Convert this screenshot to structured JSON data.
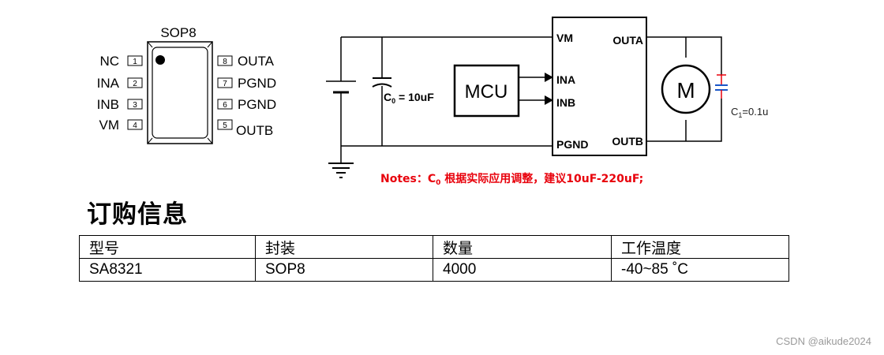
{
  "pinout": {
    "package": "SOP8",
    "left_pins": [
      {
        "name": "NC",
        "num": "1"
      },
      {
        "name": "INA",
        "num": "2"
      },
      {
        "name": "INB",
        "num": "3"
      },
      {
        "name": "VM",
        "num": "4"
      }
    ],
    "right_pins": [
      {
        "num": "8",
        "name": "OUTA"
      },
      {
        "num": "7",
        "name": "PGND"
      },
      {
        "num": "6",
        "name": "PGND"
      },
      {
        "num": "5",
        "name": "OUTB"
      }
    ]
  },
  "circuit": {
    "chip_pins": {
      "vm": "VM",
      "ina": "INA",
      "inb": "INB",
      "pgnd": "PGND",
      "outa": "OUTA",
      "outb": "OUTB"
    },
    "mcu_label": "MCU",
    "c0_prefix": "C",
    "c0_sub": "0",
    "c0_value": " = 10uF",
    "motor_label": "M",
    "c1_prefix": "C",
    "c1_sub": "1",
    "c1_value": "=0.1u",
    "notes_before": "Notes：C",
    "notes_sub": "0",
    "notes_after": " 根据实际应用调整，建议10uF-220uF;",
    "notes_color": "#e8000b"
  },
  "ordering": {
    "title": "订购信息",
    "headers": [
      "型号",
      "封装",
      "数量",
      "工作温度"
    ],
    "row": [
      "SA8321",
      "SOP8",
      "4000",
      "-40~85 ˚C"
    ]
  },
  "watermark": "CSDN @aikude2024"
}
